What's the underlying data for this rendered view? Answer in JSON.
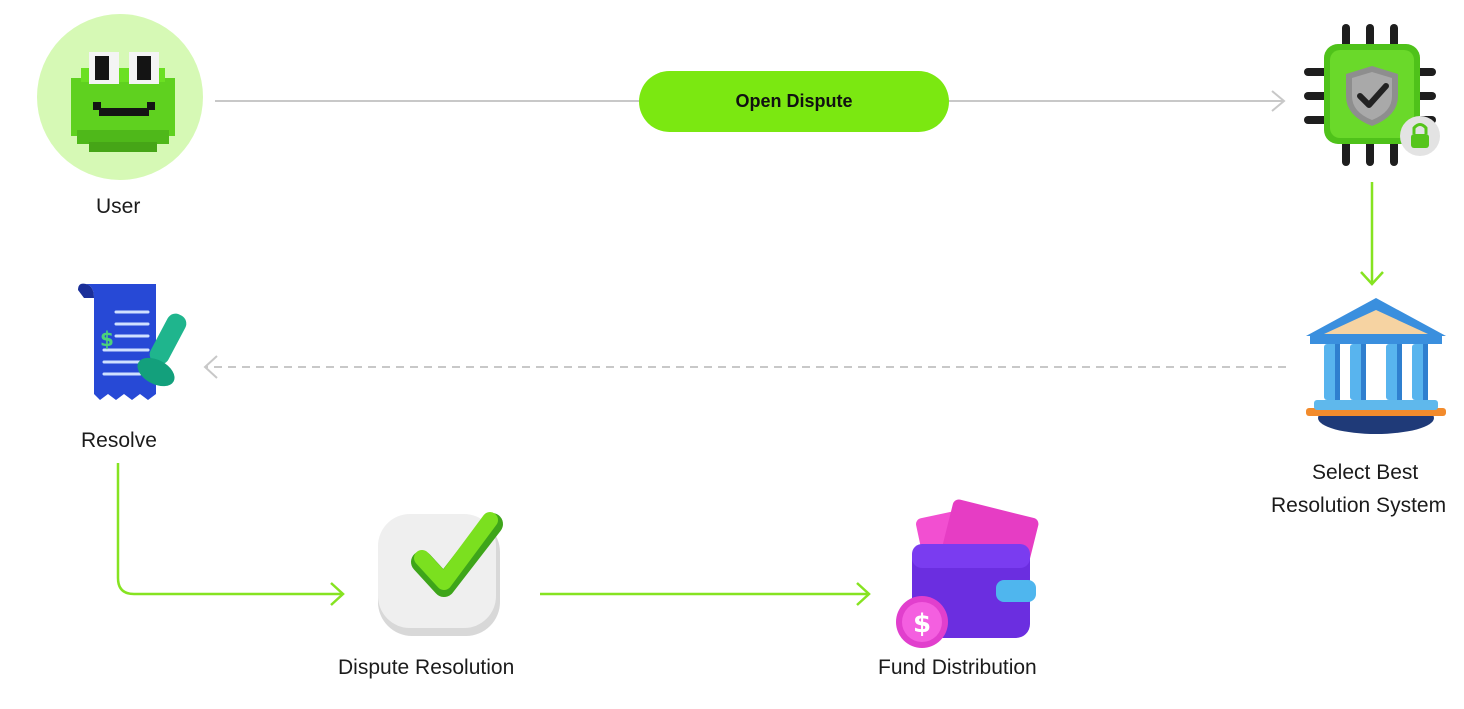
{
  "nodes": {
    "user": {
      "label": "User"
    },
    "resolve": {
      "label": "Resolve"
    },
    "select": {
      "label_line1": "Select Best",
      "label_line2": "Resolution System"
    },
    "dispute_resolution": {
      "label": "Dispute Resolution"
    },
    "fund_distribution": {
      "label": "Fund Distribution"
    }
  },
  "edges": {
    "open_dispute": {
      "label": "Open Dispute"
    }
  },
  "colors": {
    "accent_green": "#7be811",
    "line_grey": "#c8c8c8",
    "arrow_green": "#86e321"
  },
  "icons": [
    "frog-avatar-icon",
    "security-chip-icon",
    "bank-icon",
    "receipt-icon",
    "checkmark-icon",
    "wallet-icon"
  ]
}
